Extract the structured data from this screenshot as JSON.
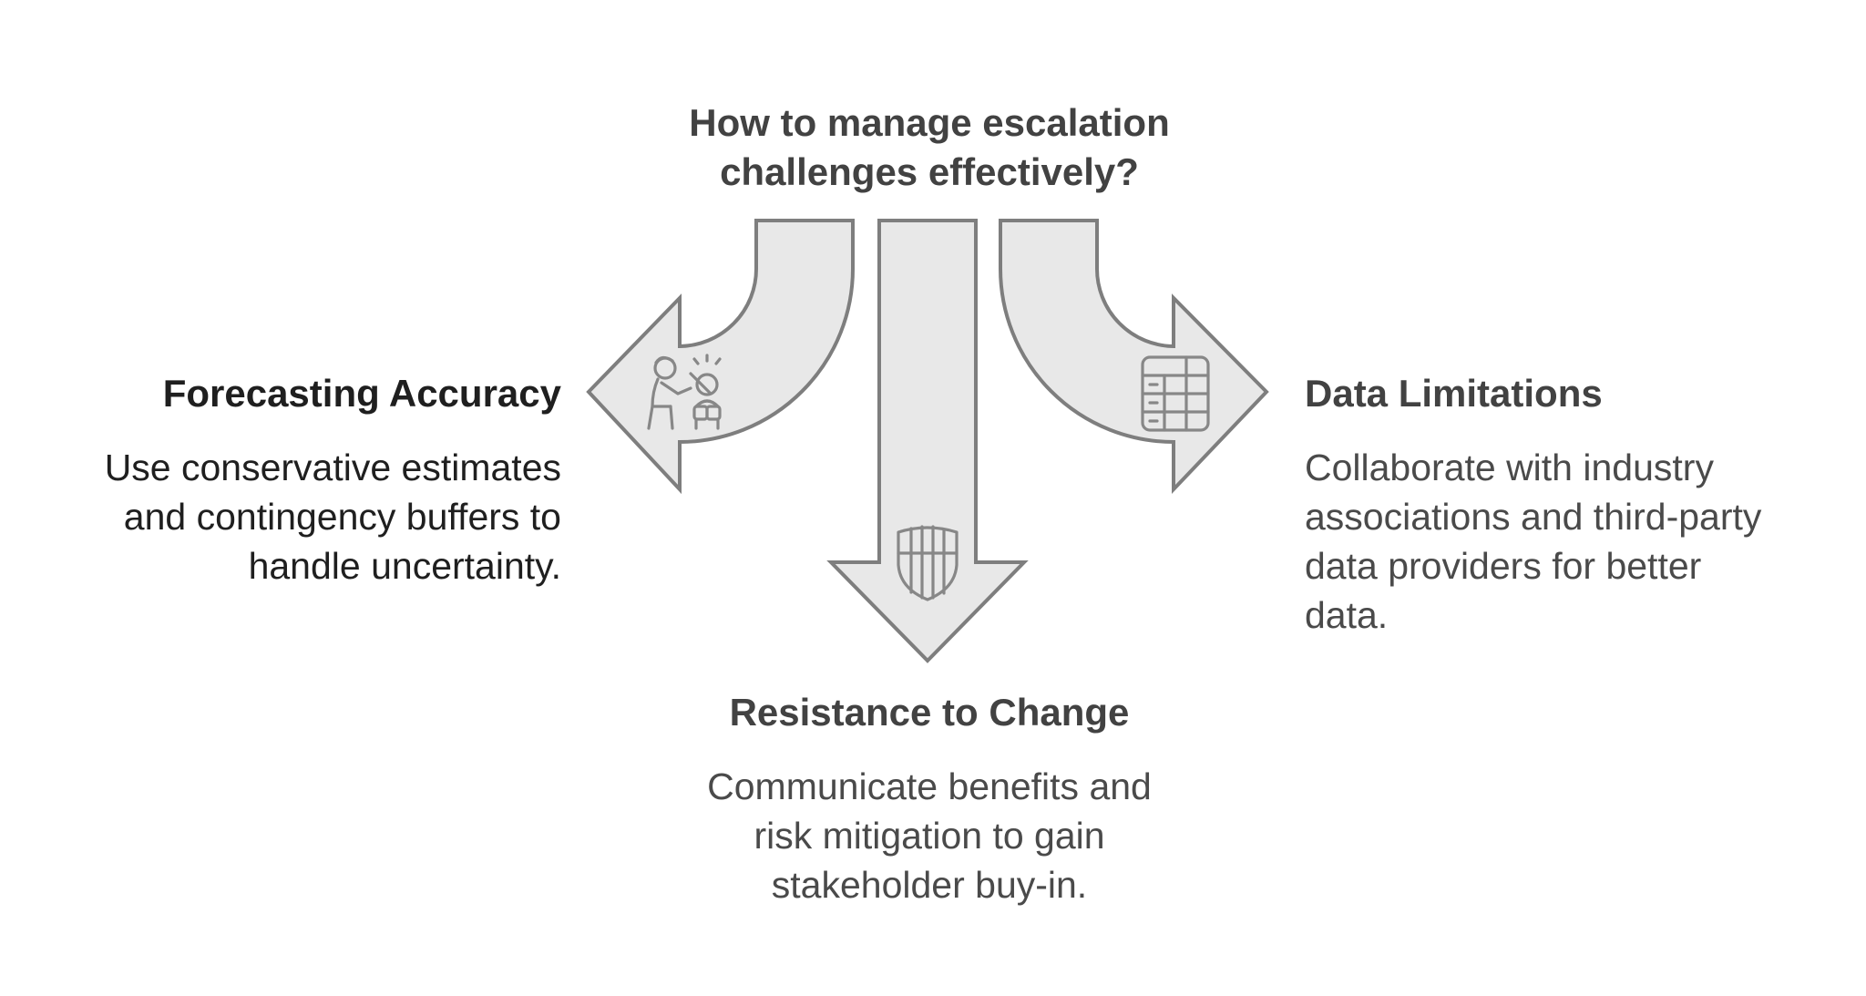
{
  "diagram": {
    "title": "How to manage escalation\nchallenges effectively?",
    "branches": [
      {
        "heading": "Forecasting Accuracy",
        "description": "Use conservative estimates\nand contingency buffers to\nhandle uncertainty.",
        "icon": "person-with-child-icon"
      },
      {
        "heading": "Resistance to Change",
        "description": "Communicate benefits and\nrisk mitigation to gain\nstakeholder buy-in.",
        "icon": "shield-icon"
      },
      {
        "heading": "Data Limitations",
        "description": "Collaborate with industry\nassociations and third-party\ndata providers for better\ndata.",
        "icon": "table-icon"
      }
    ]
  },
  "colors": {
    "arrow_fill": "#e8e8e8",
    "arrow_stroke": "#7e7e7e",
    "icon_stroke": "#878787",
    "title_text": "#424242",
    "dark_text": "#1f1f1f",
    "gray_text": "#4a4a4a"
  }
}
